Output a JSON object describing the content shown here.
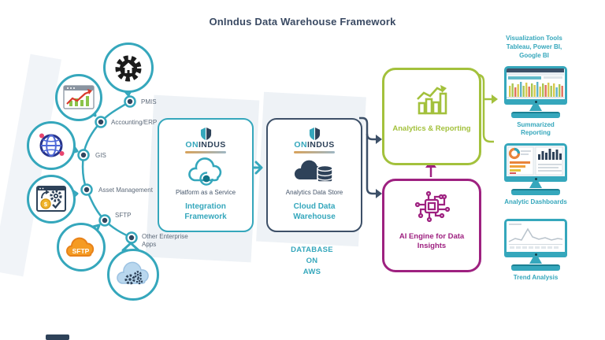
{
  "title": "OnIndus Data Warehouse Framework",
  "brand": {
    "on": "ON",
    "indus": "INDUS"
  },
  "colors": {
    "teal": "#35a7bc",
    "navy": "#3d5068",
    "darknavy": "#2e4259",
    "green": "#a3c13c",
    "purple": "#9e2180",
    "gray": "#5d6a7a",
    "orange": "#f59b23",
    "title": "#3a4a63"
  },
  "sources": {
    "items": [
      {
        "label": "PMIS",
        "icon": "gear-house-icon"
      },
      {
        "label": "Accounting/ERP",
        "icon": "finance-chart-icon"
      },
      {
        "label": "GIS",
        "icon": "globe-pins-icon"
      },
      {
        "label": "Asset Management",
        "icon": "asset-window-icon",
        "coin": "$"
      },
      {
        "label": "SFTP",
        "icon": "sftp-cloud-icon",
        "badge": "SFTP"
      },
      {
        "label": "Other Enterprise Apps",
        "icon": "apps-cloud-icon"
      }
    ]
  },
  "platform_box": {
    "subtitle": "Platform as a Service",
    "label": "Integration Framework"
  },
  "warehouse_box": {
    "subtitle": "Analytics Data Store",
    "label": "Cloud Data Warehouse"
  },
  "database_note": {
    "lines": [
      "DATABASE",
      "ON",
      "AWS"
    ]
  },
  "analytics_box": {
    "label": "Analytics & Reporting"
  },
  "ai_box": {
    "label": "AI Engine for Data Insights"
  },
  "outputs": {
    "caption_lines": [
      "Visualization Tools",
      "Tableau, Power BI,",
      "Google BI"
    ],
    "monitors": [
      {
        "label": "Summarized Reporting"
      },
      {
        "label": "Analytic Dashboards"
      },
      {
        "label": "Trend Analysis"
      }
    ]
  }
}
